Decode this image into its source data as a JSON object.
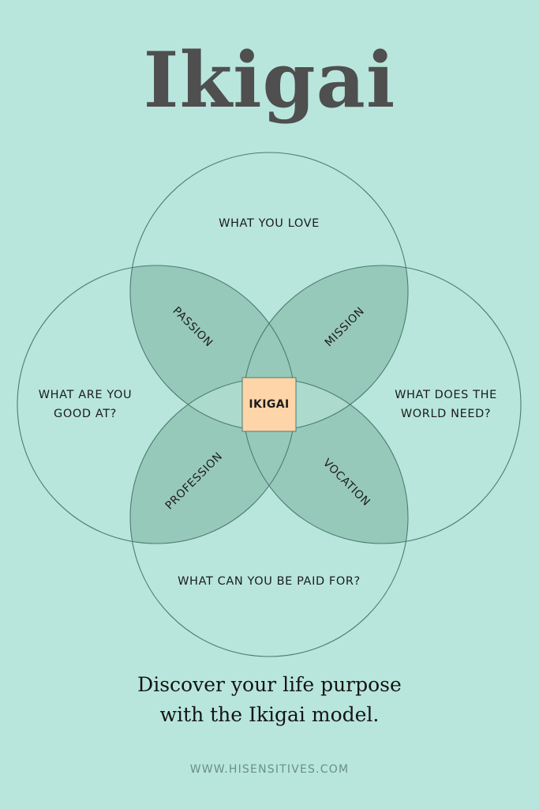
{
  "title": "Ikigai",
  "circles": {
    "top": "WHAT YOU LOVE",
    "left_line1": "WHAT ARE YOU",
    "left_line2": "GOOD AT?",
    "right_line1": "WHAT DOES THE",
    "right_line2": "WORLD NEED?",
    "bottom": "WHAT CAN YOU BE PAID FOR?"
  },
  "overlaps": {
    "top_left": "PASSION",
    "top_right": "MISSION",
    "bottom_left": "PROFESSION",
    "bottom_right": "VOCATION",
    "center": "IKIGAI"
  },
  "tagline": {
    "line1": "Discover your life purpose",
    "line2": "with the Ikigai model."
  },
  "website": "WWW.HISENSITIVES.COM",
  "colors": {
    "background": "#b8e6dc",
    "overlap": "#97c9bb",
    "center": "#fdd5a9",
    "outline": "#4e7b70"
  }
}
